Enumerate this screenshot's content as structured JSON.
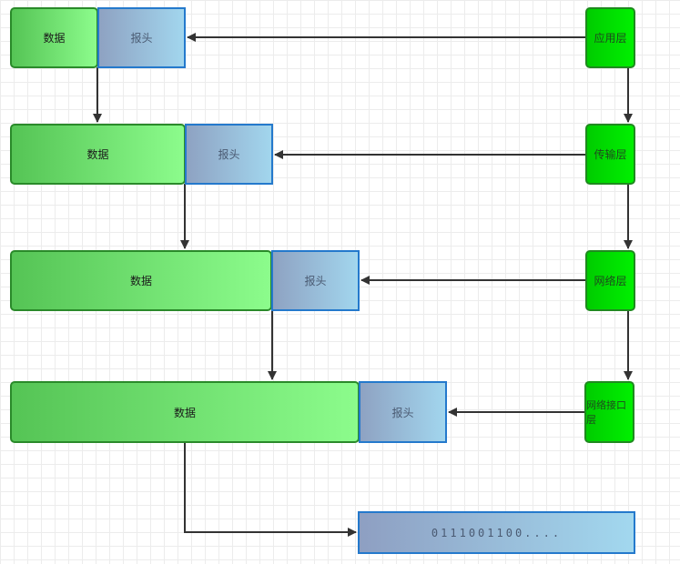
{
  "layers": [
    {
      "label": "应用层"
    },
    {
      "label": "传输层"
    },
    {
      "label": "网络层"
    },
    {
      "label": "网络接口层"
    }
  ],
  "packets": [
    {
      "data_label": "数据",
      "header_label": "报头"
    },
    {
      "data_label": "数据",
      "header_label": "报头"
    },
    {
      "data_label": "数据",
      "header_label": "报头"
    },
    {
      "data_label": "数据",
      "header_label": "报头"
    }
  ],
  "bitstream": {
    "label": "0111001100...."
  },
  "colors": {
    "data_fill_start": "#55c455",
    "data_fill_end": "#8cfc8c",
    "header_fill_start": "#8ea2c2",
    "header_fill_end": "#a2d6ee",
    "layer_fill": "#00e000",
    "arrow": "#333333"
  }
}
